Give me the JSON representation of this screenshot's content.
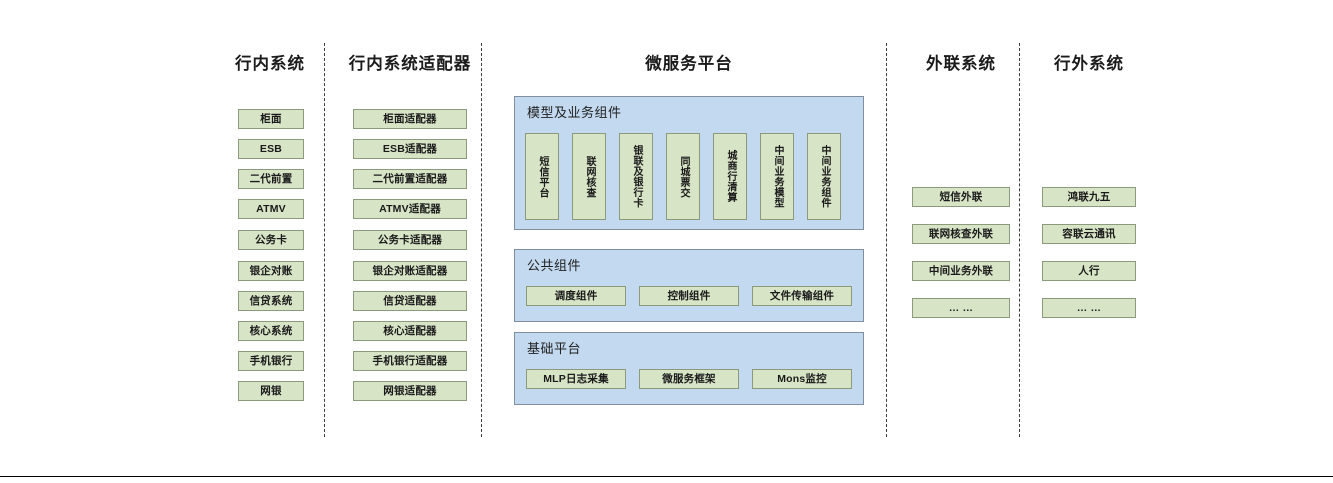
{
  "diagram": {
    "columns": [
      {
        "id": "internal-systems",
        "title": "行内系统",
        "items": [
          "柜面",
          "ESB",
          "二代前置",
          "ATMV",
          "公务卡",
          "银企对账",
          "信贷系统",
          "核心系统",
          "手机银行",
          "网银"
        ]
      },
      {
        "id": "internal-system-adapters",
        "title": "行内系统适配器",
        "items": [
          "柜面适配器",
          "ESB适配器",
          "二代前置适配器",
          "ATMV适配器",
          "公务卡适配器",
          "银企对账适配器",
          "信贷适配器",
          "核心适配器",
          "手机银行适配器",
          "网银适配器"
        ]
      },
      {
        "id": "microservice-platform",
        "title": "微服务平台",
        "panels": [
          {
            "id": "model-business-components",
            "title": "模型及业务组件",
            "items": [
              "短信平台",
              "联网核查",
              "银联及银行卡",
              "同城票交",
              "城商行清算",
              "中间业务模型",
              "中间业务组件"
            ]
          },
          {
            "id": "public-components",
            "title": "公共组件",
            "items": [
              "调度组件",
              "控制组件",
              "文件传输组件"
            ]
          },
          {
            "id": "base-platform",
            "title": "基础平台",
            "items": [
              "MLP日志采集",
              "微服务框架",
              "Mons监控"
            ]
          }
        ]
      },
      {
        "id": "external-link-systems",
        "title": "外联系统",
        "items": [
          "短信外联",
          "联网核查外联",
          "中间业务外联",
          "… …"
        ]
      },
      {
        "id": "outside-bank-systems",
        "title": "行外系统",
        "items": [
          "鸿联九五",
          "容联云通讯",
          "人行",
          "… …"
        ]
      }
    ],
    "colors": {
      "box_fill": "#d7e4c6",
      "box_border": "#8a9a7b",
      "panel_fill": "#c3d9ef",
      "panel_border": "#7f8fa0",
      "divider": "#3c3c3c",
      "text": "#1a1a1a"
    }
  }
}
